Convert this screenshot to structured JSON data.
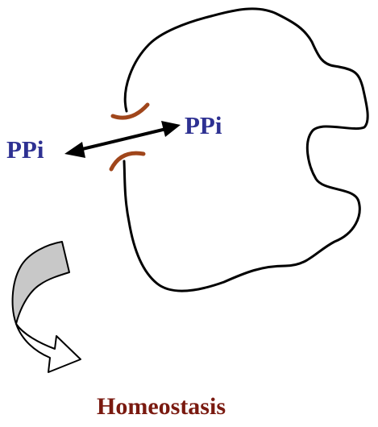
{
  "labels": {
    "ppi_outside": "PPi",
    "ppi_inside": "PPi",
    "outcome": "Homeostasis"
  },
  "colors": {
    "ppi_text": "#2e3192",
    "outcome_text": "#7a1a10",
    "transporter": "#a0461b",
    "cell_outline": "#000000",
    "curved_arrow_fill": "#c8c8c8"
  },
  "icons": {
    "exchange_arrow": "double-headed-arrow-icon",
    "pathway_arrow": "curved-arrow-icon",
    "channel": "channel-icon"
  }
}
